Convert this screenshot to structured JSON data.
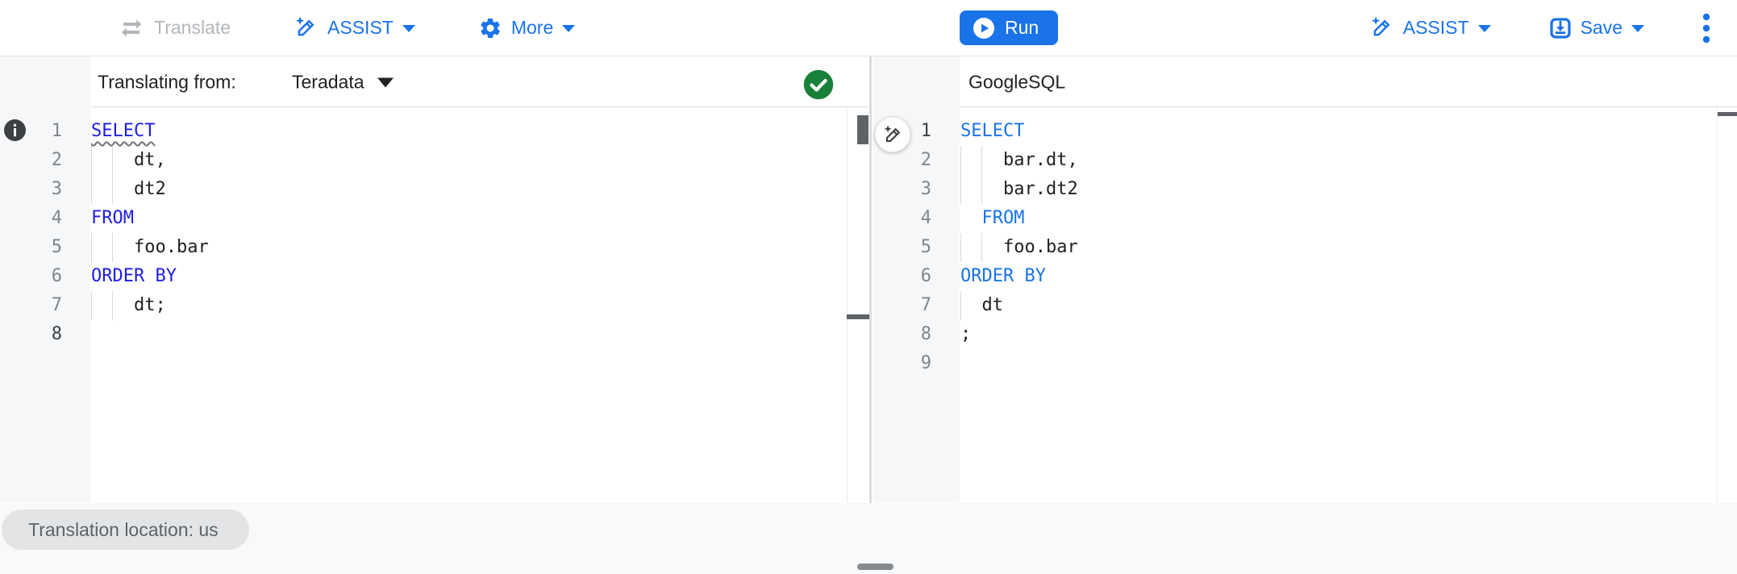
{
  "toolbar": {
    "left": {
      "translate_label": "Translate",
      "assist_label": "ASSIST",
      "more_label": "More"
    },
    "right": {
      "run_label": "Run",
      "assist_label": "ASSIST",
      "save_label": "Save"
    }
  },
  "source_pane": {
    "header_label": "Translating from:",
    "dialect_selected": "Teradata",
    "editor": {
      "active_line": 8,
      "lines": [
        {
          "segments": [
            {
              "text": "SELECT",
              "type": "keyword",
              "warning_underline": true
            }
          ],
          "guides": 0
        },
        {
          "segments": [
            {
              "text": "    dt,",
              "type": "plain"
            }
          ],
          "guides": 2
        },
        {
          "segments": [
            {
              "text": "    dt2",
              "type": "plain"
            }
          ],
          "guides": 2
        },
        {
          "segments": [
            {
              "text": "FROM",
              "type": "keyword"
            }
          ],
          "guides": 0
        },
        {
          "segments": [
            {
              "text": "    foo.bar",
              "type": "plain"
            }
          ],
          "guides": 2
        },
        {
          "segments": [
            {
              "text": "ORDER BY",
              "type": "keyword"
            }
          ],
          "guides": 0
        },
        {
          "segments": [
            {
              "text": "    dt;",
              "type": "plain"
            }
          ],
          "guides": 2
        },
        {
          "segments": [],
          "guides": 0
        }
      ]
    }
  },
  "target_pane": {
    "header_label": "GoogleSQL",
    "editor": {
      "active_line": 1,
      "lines": [
        {
          "segments": [
            {
              "text": "SELECT",
              "type": "keyword"
            }
          ],
          "guides": 0
        },
        {
          "segments": [
            {
              "text": "    bar.dt,",
              "type": "plain"
            }
          ],
          "guides": 2
        },
        {
          "segments": [
            {
              "text": "    bar.dt2",
              "type": "plain"
            }
          ],
          "guides": 2
        },
        {
          "segments": [
            {
              "text": "  ",
              "type": "plain"
            },
            {
              "text": "FROM",
              "type": "keyword"
            }
          ],
          "guides": 0
        },
        {
          "segments": [
            {
              "text": "    foo.bar",
              "type": "plain"
            }
          ],
          "guides": 2
        },
        {
          "segments": [
            {
              "text": "ORDER BY",
              "type": "keyword"
            }
          ],
          "guides": 0
        },
        {
          "segments": [
            {
              "text": "  dt",
              "type": "plain"
            }
          ],
          "guides": 1
        },
        {
          "segments": [
            {
              "text": ";",
              "type": "plain"
            }
          ],
          "guides": 0
        },
        {
          "segments": [],
          "guides": 0
        }
      ]
    }
  },
  "footer": {
    "location_chip": "Translation location: us"
  },
  "icons": {
    "translate": "swap-arrows-icon",
    "assist": "sparkle-pen-icon",
    "more": "gear-icon",
    "run": "play-circle-icon",
    "save": "save-icon",
    "overflow": "kebab-menu-icon",
    "source_glyph": "info-icon",
    "source_status": "success-check-icon",
    "wand_button": "sparkle-pen-icon"
  },
  "colors": {
    "accent_blue": "#1a73e8",
    "keyword_blue_source": "#1e1ee4",
    "keyword_blue_target": "#1a73e8",
    "success_green": "#188038",
    "disabled_gray": "#b2b6ba",
    "chip_bg": "#e3e4e6"
  }
}
